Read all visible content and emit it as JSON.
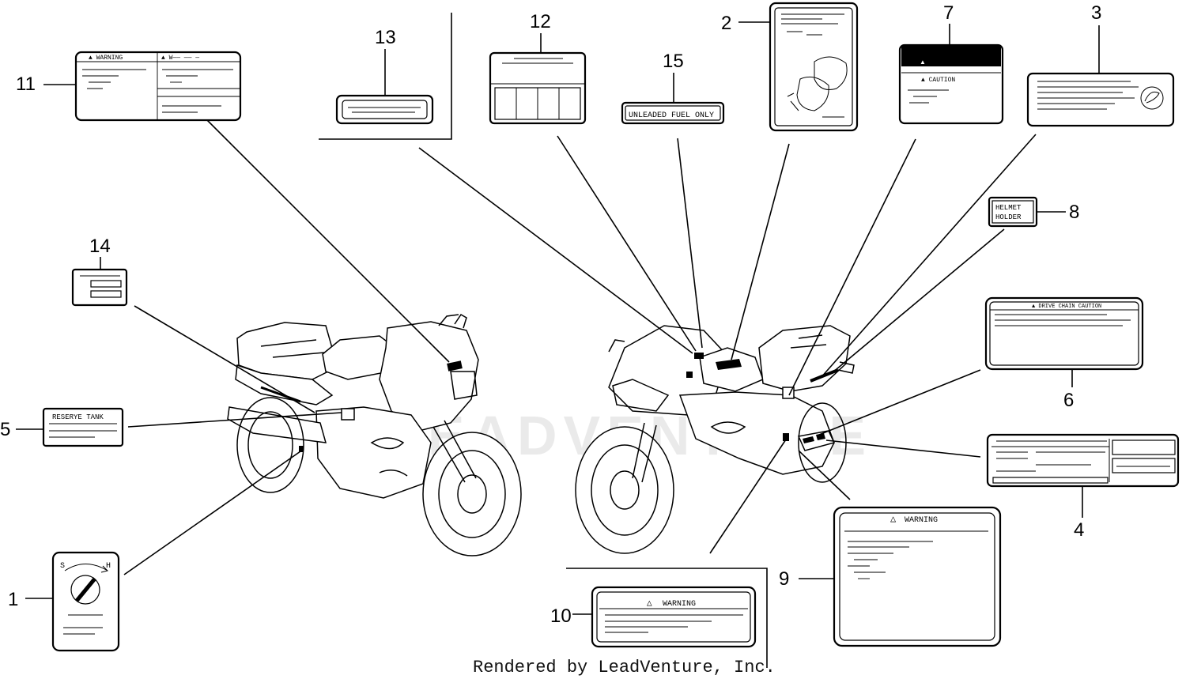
{
  "diagram": {
    "callouts": [
      {
        "id": "c1",
        "text": "1"
      },
      {
        "id": "c2",
        "text": "2"
      },
      {
        "id": "c3",
        "text": "3"
      },
      {
        "id": "c4",
        "text": "4"
      },
      {
        "id": "c5",
        "text": "5"
      },
      {
        "id": "c6",
        "text": "6"
      },
      {
        "id": "c7",
        "text": "7"
      },
      {
        "id": "c8",
        "text": "8"
      },
      {
        "id": "c9",
        "text": "9"
      },
      {
        "id": "c10",
        "text": "10"
      },
      {
        "id": "c11",
        "text": "11"
      },
      {
        "id": "c12",
        "text": "12"
      },
      {
        "id": "c13",
        "text": "13"
      },
      {
        "id": "c14",
        "text": "14"
      },
      {
        "id": "c15",
        "text": "15"
      }
    ],
    "label_texts": {
      "unleaded": "UNLEADED FUEL ONLY",
      "reserve_tank": "RESERYE TANK",
      "helmet_line1": "HELMET",
      "helmet_line2": "HOLDER",
      "drive_chain": "▲ DRIVE CHAIN CAUTION",
      "warning_9": "WARNING",
      "warning_10": "WARNING",
      "warning_11": "▲ WARNING",
      "caution_7": "▲ CAUTION",
      "choke_s": "S",
      "choke_h": "H"
    },
    "watermark": "LEADVENTURE",
    "footer": "Rendered by LeadVenture, Inc."
  }
}
